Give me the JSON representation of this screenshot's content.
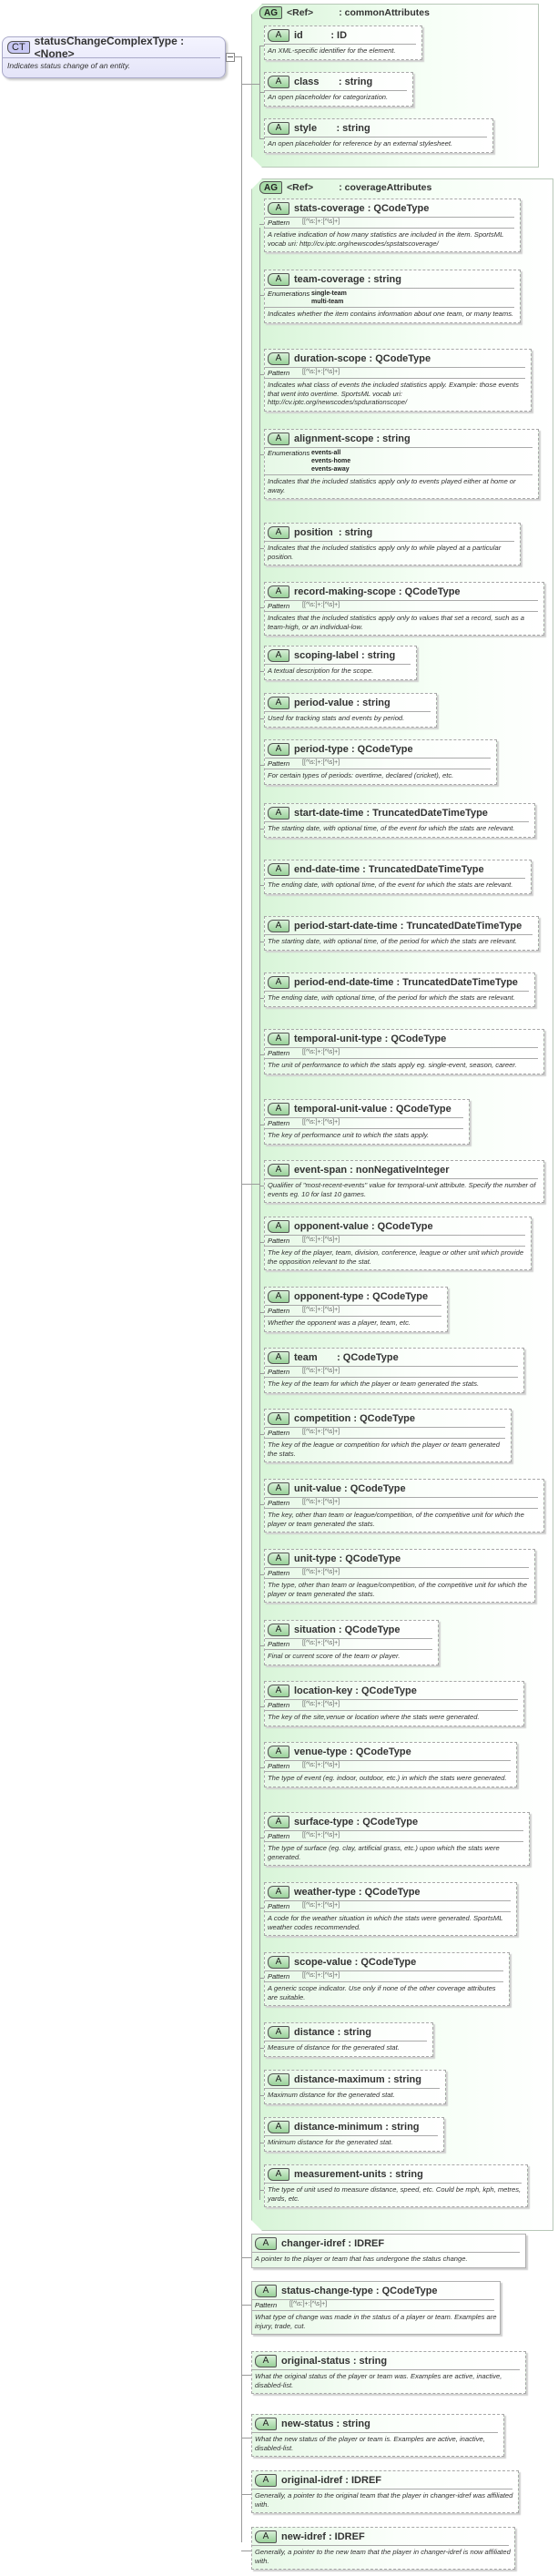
{
  "complex_type": {
    "badge": "CT",
    "title": "statusChangeComplexType : <None>",
    "description": "Indicates status change of an entity."
  },
  "groups": [
    {
      "badge": "AG",
      "ref": "<Ref>",
      "name": ": commonAttributes",
      "attributes": [
        {
          "badge": "A",
          "name": "id          : ID",
          "description": "An XML-specific identifier for the element."
        },
        {
          "badge": "A",
          "name": "class       : string",
          "description": "An open placeholder for categorization."
        },
        {
          "badge": "A",
          "name": "style       : string",
          "description": "An open placeholder for reference by an external stylesheet."
        }
      ]
    },
    {
      "badge": "AG",
      "ref": "<Ref>",
      "name": ": coverageAttributes",
      "attributes": [
        {
          "badge": "A",
          "name": "stats-coverage : QCodeType",
          "pattern_label": "Pattern",
          "pattern": "[[^\\s:]+:[^\\s]+]",
          "description": "A relative indication of how many statistics are included in the item. SportsML vocab uri: http://cv.iptc.org/newscodes/spstatscoverage/"
        },
        {
          "badge": "A",
          "name": "team-coverage : string",
          "enum_label": "Enumerations",
          "enumerations": [
            "single-team",
            "multi-team"
          ],
          "description": "Indicates whether the item contains information about one team, or many teams."
        },
        {
          "badge": "A",
          "name": "duration-scope : QCodeType",
          "pattern_label": "Pattern",
          "pattern": "[[^\\s:]+:[^\\s]+]",
          "description": "Indicates what class of events the included statistics apply. Example: those events that went into overtime. SportsML vocab uri: http://cv.iptc.org/newscodes/spdurationscope/"
        },
        {
          "badge": "A",
          "name": "alignment-scope : string",
          "enum_label": "Enumerations",
          "enumerations": [
            "events-all",
            "events-home",
            "events-away"
          ],
          "description": "Indicates that the included statistics apply only to events played either at home or away."
        },
        {
          "badge": "A",
          "name": "position  : string",
          "description": "Indicates that the included statistics apply only to while played at a particular position."
        },
        {
          "badge": "A",
          "name": "record-making-scope : QCodeType",
          "pattern_label": "Pattern",
          "pattern": "[[^\\s:]+:[^\\s]+]",
          "description": "Indicates that the included statistics apply only to values that set a record, such as a team-high, or an individual-low."
        },
        {
          "badge": "A",
          "name": "scoping-label : string",
          "description": "A textual description for the scope."
        },
        {
          "badge": "A",
          "name": "period-value : string",
          "description": "Used for tracking stats and events by period."
        },
        {
          "badge": "A",
          "name": "period-type : QCodeType",
          "pattern_label": "Pattern",
          "pattern": "[[^\\s:]+:[^\\s]+]",
          "description": "For certain types of periods: overtime, declared (cricket), etc."
        },
        {
          "badge": "A",
          "name": "start-date-time : TruncatedDateTimeType",
          "description": "The starting date, with optional time, of the event for which the stats are relevant."
        },
        {
          "badge": "A",
          "name": "end-date-time : TruncatedDateTimeType",
          "description": "The ending date, with optional time, of the event for which the stats are relevant."
        },
        {
          "badge": "A",
          "name": "period-start-date-time : TruncatedDateTimeType",
          "description": "The starting date, with optional time, of the period for which the stats are relevant."
        },
        {
          "badge": "A",
          "name": "period-end-date-time : TruncatedDateTimeType",
          "description": "The ending date, with optional time, of the period for which the stats are relevant."
        },
        {
          "badge": "A",
          "name": "temporal-unit-type : QCodeType",
          "pattern_label": "Pattern",
          "pattern": "[[^\\s:]+:[^\\s]+]",
          "description": "The unit of performance to which the stats apply eg. single-event, season, career."
        },
        {
          "badge": "A",
          "name": "temporal-unit-value : QCodeType",
          "pattern_label": "Pattern",
          "pattern": "[[^\\s:]+:[^\\s]+]",
          "description": "The key of performance unit to which the stats apply."
        },
        {
          "badge": "A",
          "name": "event-span : nonNegativeInteger",
          "description": "Qualifier of \"most-recent-events\" value for temporal-unit attribute. Specify the number of events eg. 10 for last 10 games."
        },
        {
          "badge": "A",
          "name": "opponent-value : QCodeType",
          "pattern_label": "Pattern",
          "pattern": "[[^\\s:]+:[^\\s]+]",
          "description": "The key of the player, team, division, conference, league or other unit which provide the opposition relevant to the stat."
        },
        {
          "badge": "A",
          "name": "opponent-type : QCodeType",
          "pattern_label": "Pattern",
          "pattern": "[[^\\s:]+:[^\\s]+]",
          "description": "Whether the opponent was a player, team, etc."
        },
        {
          "badge": "A",
          "name": "team       : QCodeType",
          "pattern_label": "Pattern",
          "pattern": "[[^\\s:]+:[^\\s]+]",
          "description": "The key of the team for which the player or team generated the stats."
        },
        {
          "badge": "A",
          "name": "competition : QCodeType",
          "pattern_label": "Pattern",
          "pattern": "[[^\\s:]+:[^\\s]+]",
          "description": "The key of the league or competition for which the player or team generated the stats."
        },
        {
          "badge": "A",
          "name": "unit-value : QCodeType",
          "pattern_label": "Pattern",
          "pattern": "[[^\\s:]+:[^\\s]+]",
          "description": "The key, other than team or league/competition, of the competitive unit for which the player or team generated the stats."
        },
        {
          "badge": "A",
          "name": "unit-type : QCodeType",
          "pattern_label": "Pattern",
          "pattern": "[[^\\s:]+:[^\\s]+]",
          "description": "The type, other than team or league/competition, of the competitive unit for which the player or team generated the stats."
        },
        {
          "badge": "A",
          "name": "situation : QCodeType",
          "pattern_label": "Pattern",
          "pattern": "[[^\\s:]+:[^\\s]+]",
          "description": "Final or current score of the team or player."
        },
        {
          "badge": "A",
          "name": "location-key : QCodeType",
          "pattern_label": "Pattern",
          "pattern": "[[^\\s:]+:[^\\s]+]",
          "description": "The key of the site,venue or location where the stats were generated."
        },
        {
          "badge": "A",
          "name": "venue-type : QCodeType",
          "pattern_label": "Pattern",
          "pattern": "[[^\\s:]+:[^\\s]+]",
          "description": "The type of event (eg. indoor, outdoor, etc.) in which the stats were generated."
        },
        {
          "badge": "A",
          "name": "surface-type : QCodeType",
          "pattern_label": "Pattern",
          "pattern": "[[^\\s:]+:[^\\s]+]",
          "description": "The type of surface (eg. clay, artificial grass, etc.) upon which the stats were generated."
        },
        {
          "badge": "A",
          "name": "weather-type : QCodeType",
          "pattern_label": "Pattern",
          "pattern": "[[^\\s:]+:[^\\s]+]",
          "description": "A code for the weather situation in which the stats were generated. SportsML weather codes recommended."
        },
        {
          "badge": "A",
          "name": "scope-value : QCodeType",
          "pattern_label": "Pattern",
          "pattern": "[[^\\s:]+:[^\\s]+]",
          "description": "A generic scope indicator. Use only if none of the other coverage attributes are suitable."
        },
        {
          "badge": "A",
          "name": "distance : string",
          "description": "Measure of distance for the generated stat."
        },
        {
          "badge": "A",
          "name": "distance-maximum : string",
          "description": "Maximum distance for the generated stat."
        },
        {
          "badge": "A",
          "name": "distance-minimum : string",
          "description": "Minimum distance for the generated stat."
        },
        {
          "badge": "A",
          "name": "measurement-units : string",
          "description": "The type of unit used to measure distance, speed, etc. Could be mph, kph, metres, yards, etc."
        }
      ]
    }
  ],
  "direct_attributes": [
    {
      "badge": "A",
      "name": "changer-idref : IDREF",
      "description": "A pointer to the player or team that has undergone the status change.",
      "required": true
    },
    {
      "badge": "A",
      "name": "status-change-type : QCodeType",
      "pattern_label": "Pattern",
      "pattern": "[[^\\s:]+:[^\\s]+]",
      "description": "What type of change was made in the status of a player or team. Examples are injury, trade, cut.",
      "required": true
    },
    {
      "badge": "A",
      "name": "original-status : string",
      "description": "What the original status of the player or team was. Examples are active, inactive, disabled-list.",
      "required": false
    },
    {
      "badge": "A",
      "name": "new-status : string",
      "description": "What the new status of the player or team is. Examples are active, inactive, disabled-list.",
      "required": false
    },
    {
      "badge": "A",
      "name": "original-idref : IDREF",
      "description": "Generally, a pointer to the original team that the player in changer-idref was affiliated with.",
      "required": false
    },
    {
      "badge": "A",
      "name": "new-idref : IDREF",
      "description": "Generally, a pointer to the new team that the player in changer-idref is now affiliated with.",
      "required": false
    }
  ]
}
